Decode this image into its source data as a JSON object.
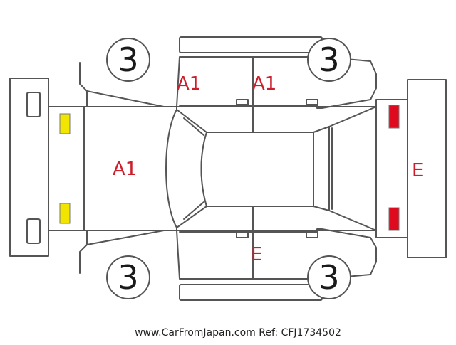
{
  "damage_labels": {
    "left_front_door": "A1",
    "left_rear_door": "A1",
    "hood": "A1",
    "rear": "E",
    "right_rear_door": "E"
  },
  "tires": {
    "front_left": "3",
    "rear_left": "3",
    "front_right": "3",
    "rear_right": "3"
  },
  "lights": {
    "front": {
      "color": "#f2e600",
      "count": 2
    },
    "rear": {
      "color": "#e00a1e",
      "count": 2
    }
  },
  "watermark": "www.CarFromJapan.com Ref: CFJ1734502",
  "colors": {
    "outline": "#555555",
    "label": "#cc1e2b",
    "front_light": "#f2e600",
    "rear_light": "#e00a1e"
  }
}
